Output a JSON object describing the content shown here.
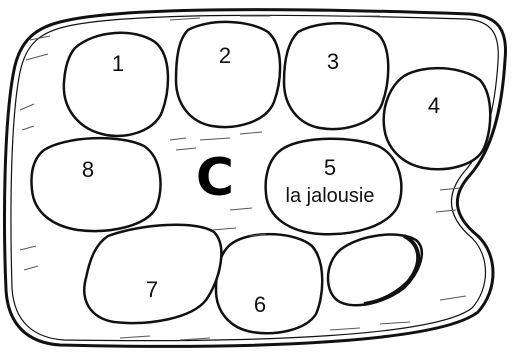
{
  "center_letter": "C",
  "wells": [
    {
      "number": "1"
    },
    {
      "number": "2"
    },
    {
      "number": "3"
    },
    {
      "number": "4"
    },
    {
      "number": "5",
      "text": "la jalousie"
    },
    {
      "number": "6"
    },
    {
      "number": "7"
    },
    {
      "number": "8"
    }
  ],
  "colors": {
    "outline": "#111111",
    "hatching": "#555555",
    "background": "#ffffff"
  }
}
